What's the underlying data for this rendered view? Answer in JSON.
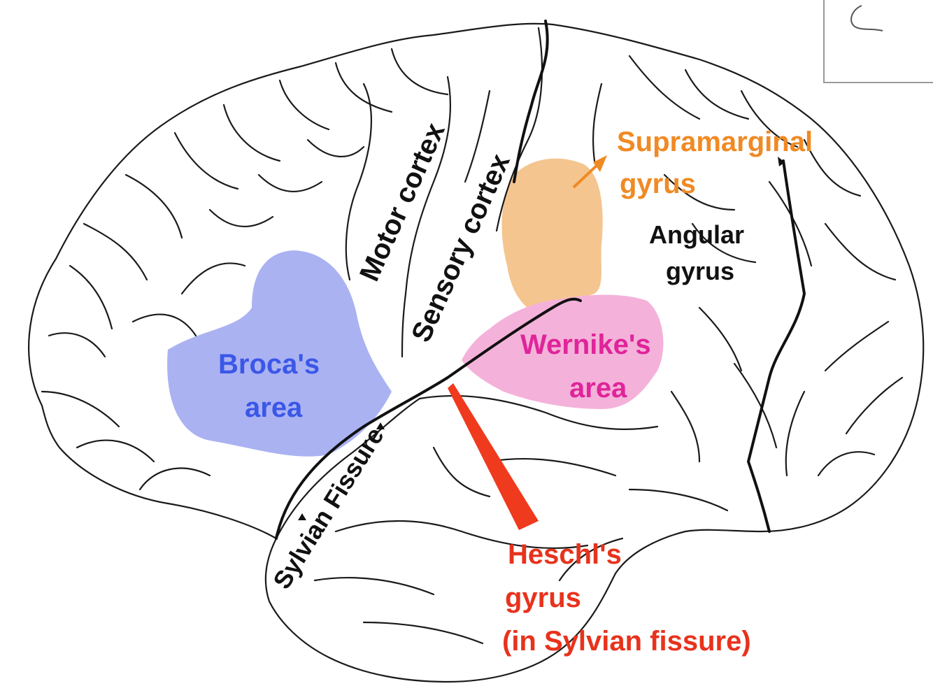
{
  "labels": {
    "motor_cortex": "Motor cortex",
    "sensory_cortex": "Sensory cortex",
    "supramarginal_line1": "Supramarginal",
    "supramarginal_line2": "gyrus",
    "angular_line1": "Angular",
    "angular_line2": "gyrus",
    "broca_line1": "Broca's",
    "broca_line2": "area",
    "wernike_line1": "Wernike's",
    "wernike_line2": "area",
    "sylvian_fissure": "Sylvian Fissure",
    "heschl_line1": "Heschl's",
    "heschl_line2": "gyrus",
    "heschl_line3": "(in Sylvian fissure)"
  },
  "colors": {
    "broca_region": "#aab2f2",
    "supramarginal_region": "#f5c590",
    "wernike_region": "#f4b2da",
    "heschl_pointer": "#f03a1e",
    "outline": "#1a1a1a"
  },
  "icons": {
    "corner_symbol": "curly-stroke-icon"
  }
}
